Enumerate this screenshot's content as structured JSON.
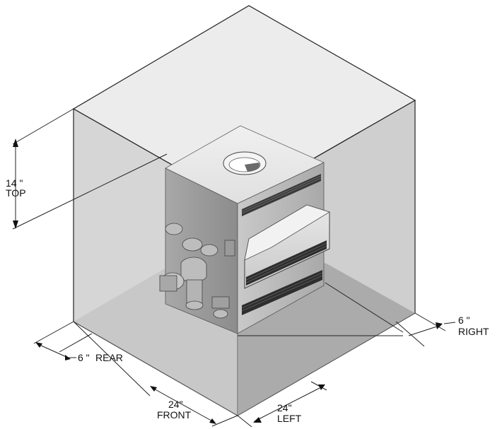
{
  "dimensions": {
    "top": {
      "value": "14 \"",
      "label": "TOP"
    },
    "rear": {
      "value": "6 \"",
      "label": "REAR"
    },
    "right": {
      "value": "6 \"",
      "label": "RIGHT"
    },
    "front": {
      "value": "24\"",
      "label": "FRONT"
    },
    "left": {
      "value": "24\"",
      "label": "LEFT"
    }
  }
}
